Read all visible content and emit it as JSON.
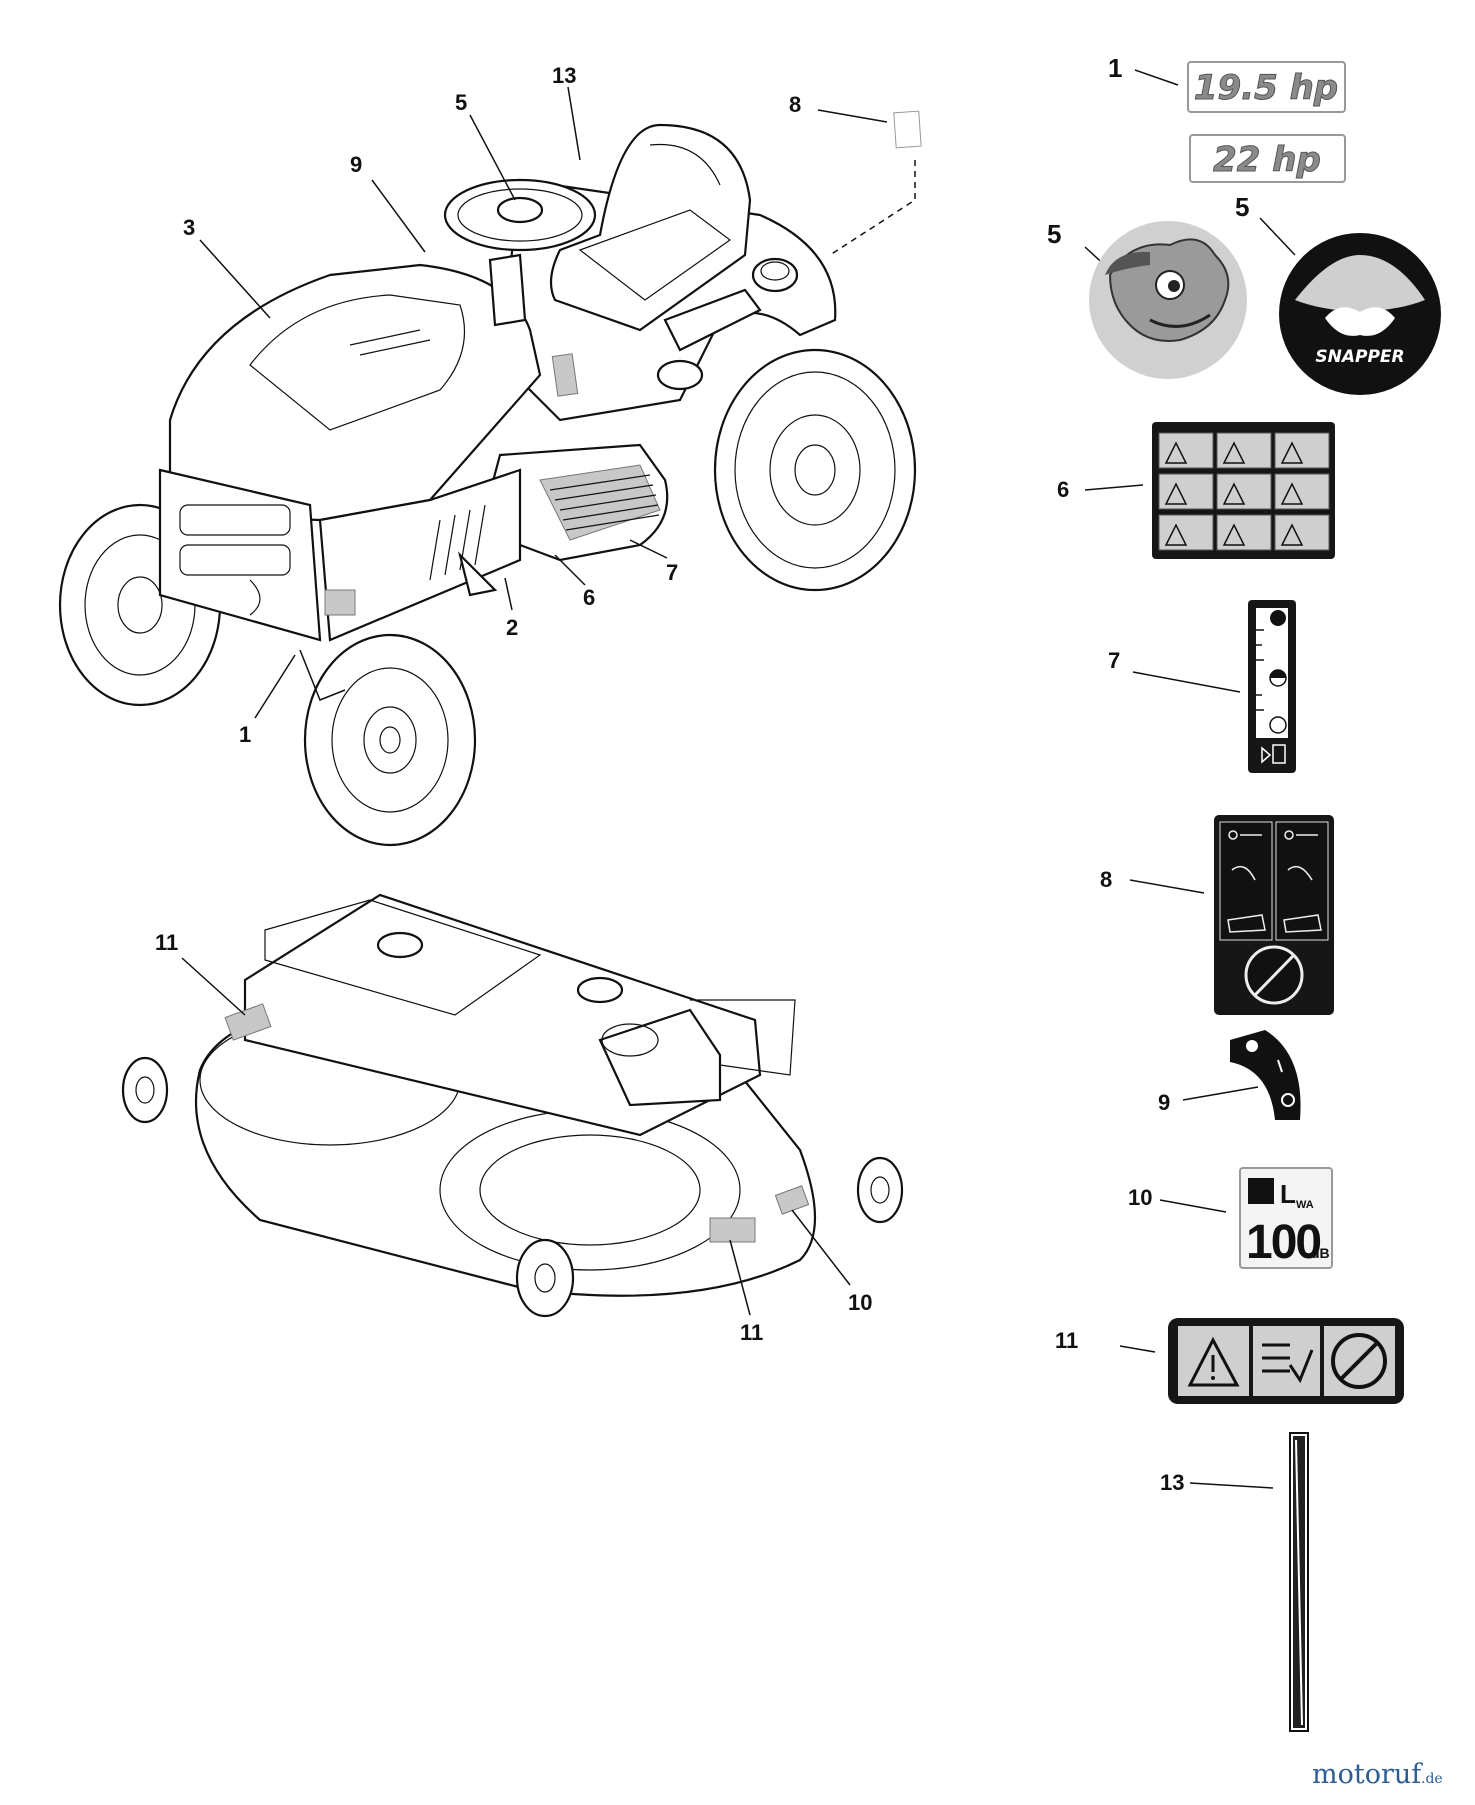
{
  "callouts": {
    "tractor": [
      "13",
      "5",
      "9",
      "3",
      "8",
      "7",
      "6",
      "2",
      "1"
    ],
    "deck": [
      "11",
      "11",
      "10"
    ],
    "parts": [
      "1",
      "5",
      "5",
      "6",
      "7",
      "8",
      "9",
      "10",
      "11",
      "13"
    ]
  },
  "decals": {
    "hp_1": "19.5 hp",
    "hp_2": "22 hp",
    "snapper_logo": "SNAPPER",
    "noise_unit": "L",
    "noise_sub": "WA",
    "noise_value": "100",
    "noise_db": "dB"
  },
  "watermark": {
    "main": "motoruf",
    "suffix": ".de",
    "color": "#2d5d92"
  },
  "icons": [
    "warning-triangle",
    "fuel-pump",
    "key",
    "turtle-mascot",
    "snapper-turtle-logo",
    "speaker",
    "no-passenger"
  ]
}
